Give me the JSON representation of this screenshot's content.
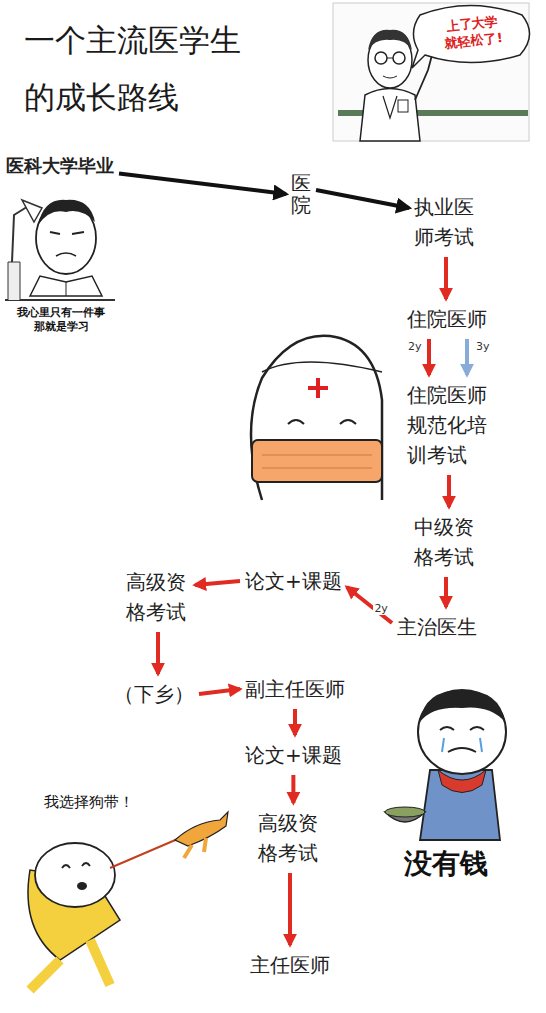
{
  "diagram": {
    "title": "一个主流医学生 的成长路线",
    "nodes": [
      {
        "text": [
          "医科大学毕业"
        ]
      },
      {
        "text": [
          "医院"
        ]
      },
      {
        "text": [
          "执业医 师考试"
        ]
      },
      {
        "text": [
          "住院医师"
        ]
      },
      {
        "text": [
          "住院医师 规范化培 训考试"
        ]
      },
      {
        "text": [
          "中级资 格考试"
        ]
      },
      {
        "text": [
          "主治医生"
        ]
      },
      {
        "text": [
          "论文+课题"
        ]
      },
      {
        "text": [
          "高级资 格考试"
        ]
      },
      {
        "text": [
          "（下乡）"
        ]
      },
      {
        "text": [
          "副主任医师"
        ]
      },
      {
        "text": [
          "论文+课题"
        ]
      },
      {
        "text": [
          "高级资 格考试"
        ]
      },
      {
        "text": [
          "主任医师"
        ]
      }
    ],
    "edges": [
      {
        "from": 0,
        "to": 1,
        "arrow": "to"
      },
      {
        "from": 1,
        "to": 2,
        "arrow": "to"
      },
      {
        "from": 2,
        "to": 3,
        "arrow": "to"
      },
      {
        "from": 3,
        "to": 4,
        "label": "2y",
        "arrow": "to"
      },
      {
        "from": 3,
        "to": 4,
        "label": "3y",
        "arrow": "to"
      },
      {
        "from": 4,
        "to": 5,
        "arrow": "to"
      },
      {
        "from": 5,
        "to": 6,
        "arrow": "to"
      },
      {
        "from": 6,
        "to": 7,
        "label": "2y",
        "arrow": "to"
      },
      {
        "from": 7,
        "to": 8,
        "arrow": "to"
      },
      {
        "from": 8,
        "to": 9,
        "arrow": "to"
      },
      {
        "from": 9,
        "to": 10,
        "arrow": "to"
      },
      {
        "from": 10,
        "to": 11,
        "arrow": "to"
      },
      {
        "from": 11,
        "to": 12,
        "arrow": "to"
      },
      {
        "from": 12,
        "to": 13,
        "arrow": "to"
      }
    ],
    "labels": [
      "上了大学 就轻松了!",
      "我心里只有一件事 那就是学习",
      "我选择狗带！",
      "没有钱"
    ]
  }
}
